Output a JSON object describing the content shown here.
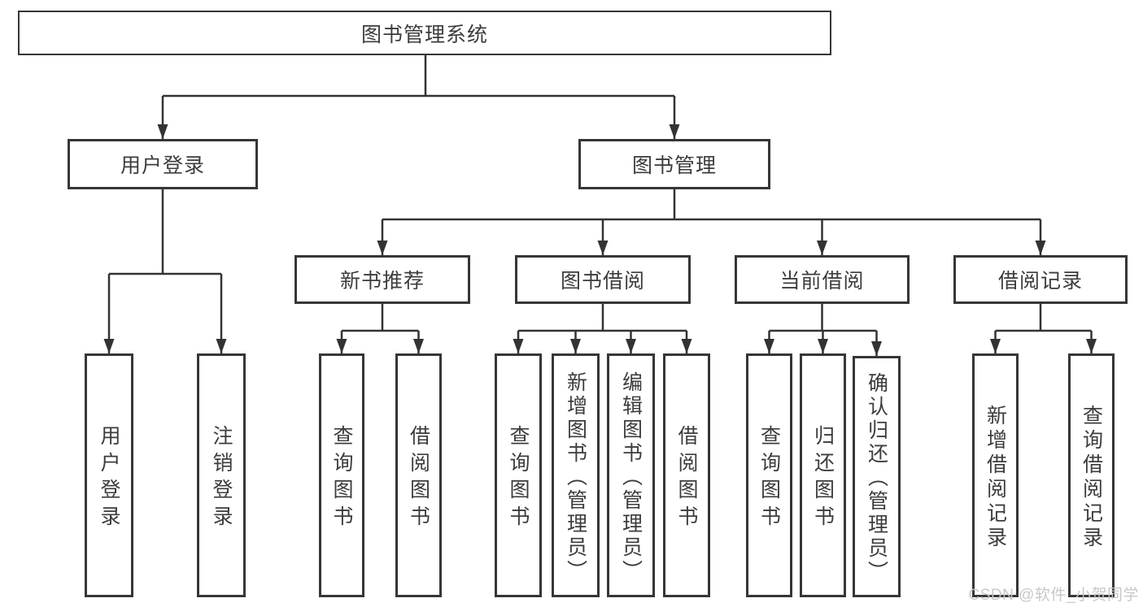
{
  "diagram": {
    "root": {
      "label": "图书管理系统"
    },
    "branches": [
      {
        "label": "用户登录",
        "children": [
          "用户登录",
          "注销登录"
        ]
      },
      {
        "label": "图书管理"
      }
    ],
    "modules": [
      {
        "label": "新书推荐",
        "children": [
          "查询图书",
          "借阅图书"
        ]
      },
      {
        "label": "图书借阅",
        "children": [
          "查询图书",
          "新增图书（管理员）",
          "编辑图书（管理员）",
          "借阅图书"
        ]
      },
      {
        "label": "当前借阅",
        "children": [
          "查询图书",
          "归还图书",
          "确认归还（管理员）"
        ]
      },
      {
        "label": "借阅记录",
        "children": [
          "新增借阅记录",
          "查询借阅记录"
        ]
      }
    ]
  },
  "watermark": "CSDN @软件_小贺同学",
  "colors": {
    "line": "#333333",
    "border": "#363636",
    "text": "#3c3c3c",
    "fill": "#ffffff",
    "watermark": "#c5c5c5"
  }
}
